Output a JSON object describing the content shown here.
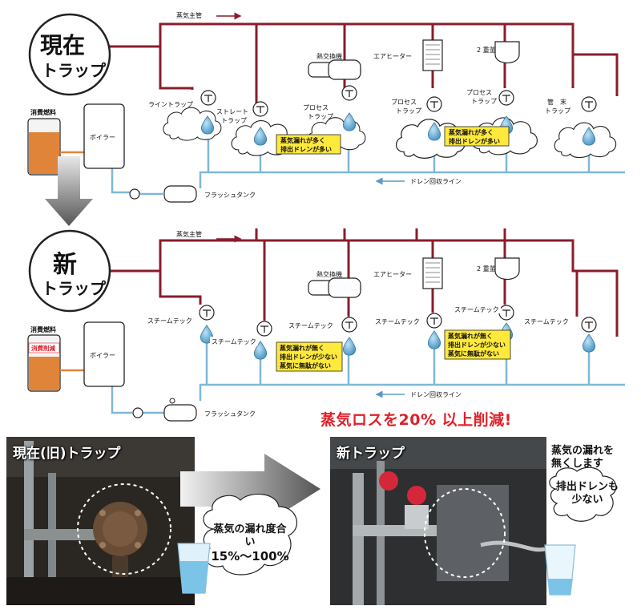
{
  "top": {
    "title_line1": "現在",
    "title_line2": "トラップ",
    "steam_main": "蒸気主管",
    "fuel": "消費燃料",
    "boiler": "ボイラー",
    "flash_tank": "フラッシュタンク",
    "drain_line": "ドレン回収ライン",
    "heat_exchanger": "熱交換機",
    "air_heater": "エアヒーター",
    "double_kettle": "2 重釜",
    "trap_line": "ライントラップ",
    "trap_straight_1": "ストレート",
    "trap_straight_2": "トラップ",
    "trap_process_a1": "プロセス",
    "trap_process_a2": "トラップ",
    "trap_process_b1": "プロセス",
    "trap_process_b2": "トラップ",
    "trap_process_c1": "プロセス",
    "trap_process_c2": "トラップ",
    "trap_end_1": "管　末",
    "trap_end_2": "トラップ",
    "note1_line1": "蒸気漏れが多く",
    "note1_line2": "排出ドレンが多い",
    "note2_line1": "蒸気漏れが多く",
    "note2_line2": "排出ドレンが多い"
  },
  "bottom": {
    "title_line1": "新",
    "title_line2": "トラップ",
    "steam_main": "蒸気主管",
    "fuel": "消費燃料",
    "fuel_cut": "消費削減",
    "boiler": "ボイラー",
    "flash_tank": "フラッシュタンク",
    "drain_line": "ドレン回収ライン",
    "heat_exchanger": "熱交換機",
    "air_heater": "エアヒーター",
    "double_kettle": "2 重釜",
    "steamtech_1": "スチームテック",
    "steamtech_2": "スチームテック",
    "steamtech_3": "スチームテック",
    "steamtech_4": "スチームテック",
    "steamtech_5": "スチームテック",
    "steamtech_6": "スチームテック",
    "note1_line1": "蒸気漏れが無く",
    "note1_line2": "排出ドレンが少ない",
    "note1_line3": "蒸気に無駄がない",
    "note2_line1": "蒸気漏れが無く",
    "note2_line2": "排出ドレンが少ない",
    "note2_line3": "蒸気に無駄がない"
  },
  "photos": {
    "old_title": "現在(旧)トラップ",
    "new_title": "新トラップ",
    "slogan": "蒸気ロスを20% 以上削減!",
    "old_bubble_line1": "蒸気の漏れ度合い",
    "old_bubble_line2": "15%～100%",
    "new_note_line1": "蒸気の漏れを",
    "new_note_line2": "無くします",
    "new_bubble_line1": "排出ドレンも",
    "new_bubble_line2": "少ない"
  },
  "colors": {
    "steam_pipe": "#8a1c2c",
    "drain_pipe": "#7fb8d8",
    "highlight_box": "#ffe93a",
    "fuel_fill": "#e0843a",
    "slogan_red": "#e0202a"
  }
}
